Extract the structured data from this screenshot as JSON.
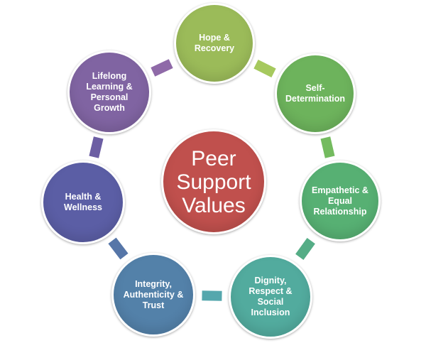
{
  "diagram": {
    "center": {
      "label": "Peer\nSupport\nValues",
      "color": "#c0504d"
    },
    "nodes": [
      {
        "label": "Hope &\nRecovery",
        "color": "#9bbb59"
      },
      {
        "label": "Self-\nDetermination",
        "color": "#6db35c"
      },
      {
        "label": "Empathetic &\nEqual\nRelationship",
        "color": "#57b073"
      },
      {
        "label": "Dignity,\nRespect &\nSocial\nInclusion",
        "color": "#52ab9e"
      },
      {
        "label": "Integrity,\nAuthenticity &\nTrust",
        "color": "#5381a9"
      },
      {
        "label": "Health &\nWellness",
        "color": "#5b5ea5"
      },
      {
        "label": "Lifelong\nLearning &\nPersonal\nGrowth",
        "color": "#8064a2"
      }
    ],
    "connector_colors": [
      "#a6c95e",
      "#74bb5f",
      "#55ad86",
      "#55a7ad",
      "#5676a8",
      "#6c5ea3",
      "#8f6aa8"
    ]
  }
}
